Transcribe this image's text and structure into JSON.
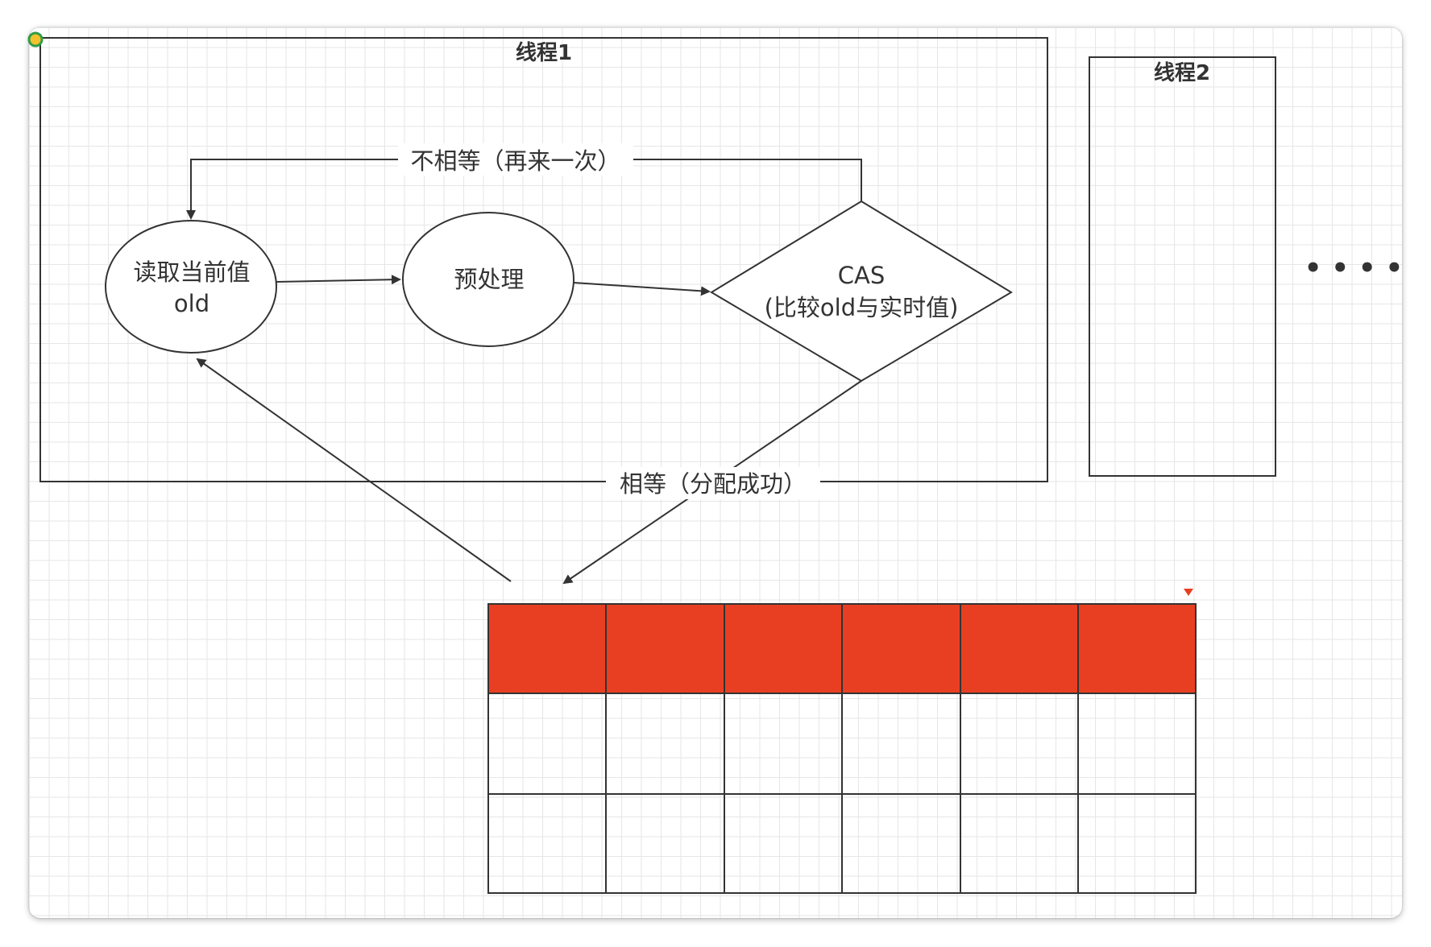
{
  "thread1": {
    "title": "线程1"
  },
  "thread2": {
    "title": "线程2"
  },
  "nodes": {
    "read_line1": "读取当前值",
    "read_line2": "old",
    "preprocess": "预处理",
    "cas_line1": "CAS",
    "cas_line2": "(比较old与实时值)"
  },
  "edges": {
    "not_equal": "不相等（再来一次）",
    "equal": "相等（分配成功）"
  },
  "ellipsis": "• • • •",
  "memory": {
    "columns": 6,
    "rows": 3,
    "allocated_row_color": "#e83f22",
    "marker_color": "#e83f22"
  },
  "colors": {
    "line": "#333333",
    "fill": "#ffffff"
  }
}
